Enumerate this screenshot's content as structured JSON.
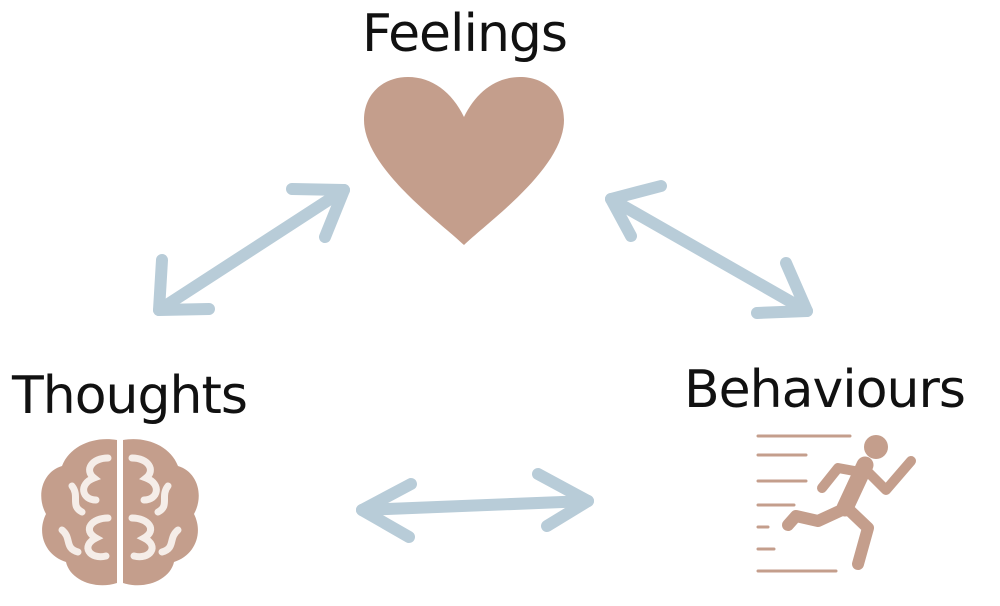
{
  "nodes": {
    "feelings": {
      "label": "Feelings",
      "icon": "heart-icon"
    },
    "thoughts": {
      "label": "Thoughts",
      "icon": "brain-icon"
    },
    "behaviours": {
      "label": "Behaviours",
      "icon": "running-person-icon"
    }
  },
  "connections": [
    {
      "from": "thoughts",
      "to": "feelings",
      "direction": "both"
    },
    {
      "from": "feelings",
      "to": "behaviours",
      "direction": "both"
    },
    {
      "from": "thoughts",
      "to": "behaviours",
      "direction": "both"
    }
  ],
  "colors": {
    "icon": "#c49e8c",
    "icon_detail": "#f5ede8",
    "arrow": "#b8ccd8",
    "text": "#111111",
    "background": "#ffffff"
  }
}
